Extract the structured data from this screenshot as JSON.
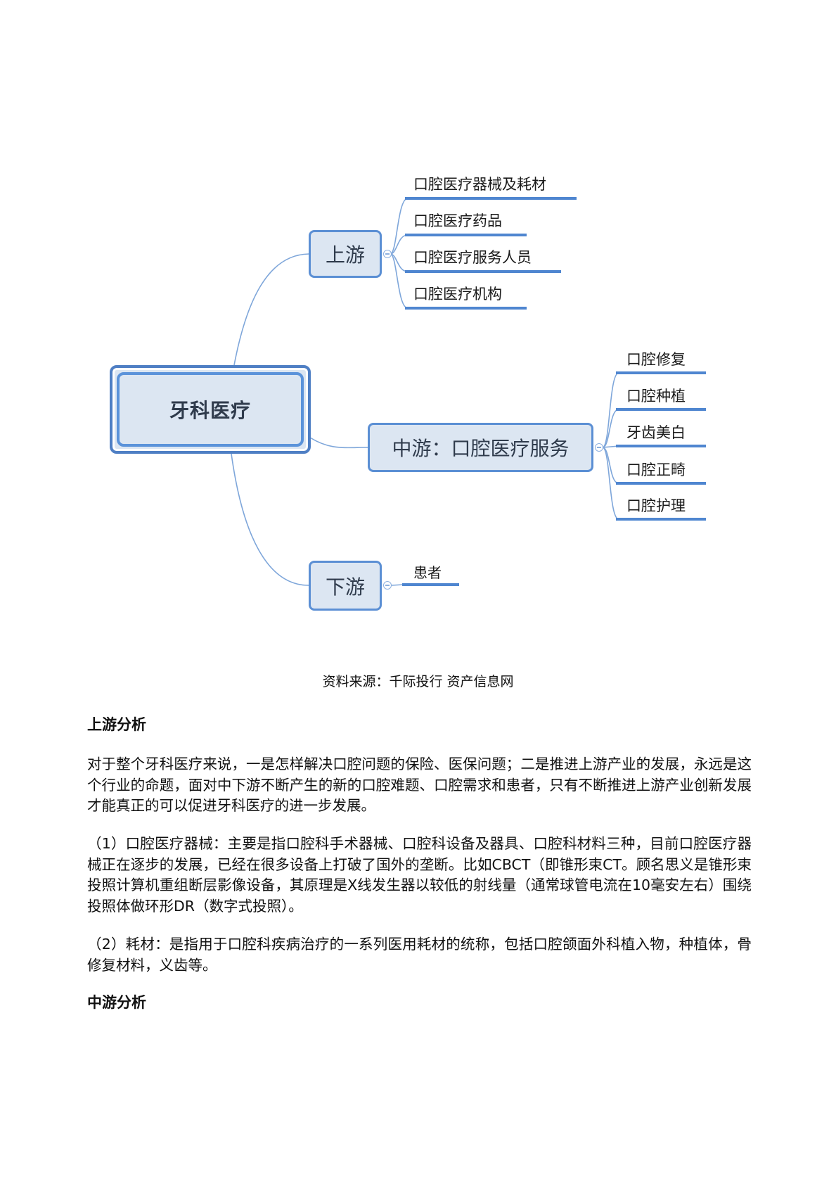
{
  "mindmap": {
    "root": "牙科医疗",
    "branches": [
      {
        "label": "上游",
        "children": [
          "口腔医疗器械及耗材",
          "口腔医疗药品",
          "口腔医疗服务人员",
          "口腔医疗机构"
        ]
      },
      {
        "label": "中游：口腔医疗服务",
        "children": [
          "口腔修复",
          "口腔种植",
          "牙齿美白",
          "口腔正畸",
          "口腔护理"
        ]
      },
      {
        "label": "下游",
        "children": [
          "患者"
        ]
      }
    ],
    "colors": {
      "node_fill": "#dce6f2",
      "node_border": "#5b8fd4",
      "connector": "#7ea6da",
      "underline": "#4f86d0",
      "root_text": "#2e5a8f"
    }
  },
  "source": "资料来源：千际投行 资产信息网",
  "sections": {
    "upstream_heading": "上游分析",
    "upstream_intro": "对于整个牙科医疗来说，一是怎样解决口腔问题的保险、医保问题；二是推进上游产业的发展，永远是这个行业的命题，面对中下游不断产生的新的口腔难题、口腔需求和患者，只有不断推进上游产业创新发展才能真正的可以促进牙科医疗的进一步发展。",
    "item1": "（1）口腔医疗器械：主要是指口腔科手术器械、口腔科设备及器具、口腔科材料三种，目前口腔医疗器械正在逐步的发展，已经在很多设备上打破了国外的垄断。比如CBCT（即锥形束CT。顾名思义是锥形束投照计算机重组断层影像设备，其原理是X线发生器以较低的射线量（通常球管电流在10毫安左右）围绕投照体做环形DR（数字式投照）。",
    "item2": "（2）耗材：是指用于口腔科疾病治疗的一系列医用耗材的统称，包括口腔颌面外科植入物，种植体，骨修复材料，义齿等。",
    "midstream_heading": "中游分析"
  }
}
